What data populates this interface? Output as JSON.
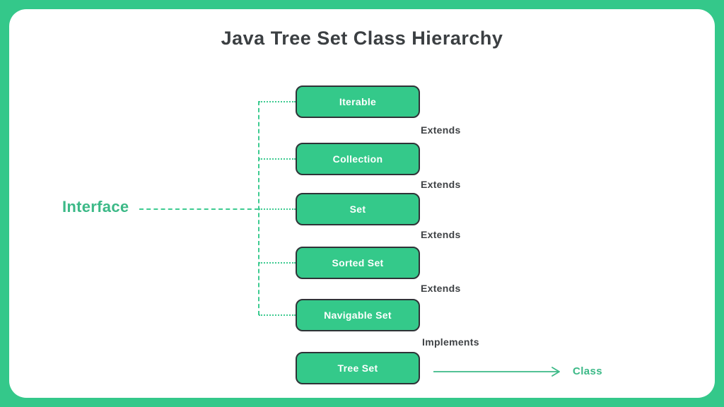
{
  "title": "Java Tree Set Class Hierarchy",
  "colors": {
    "frame_green": "#34c88a",
    "node_fill_green": "#34c98a",
    "node_border_dark": "#2f3337",
    "connector_green": "#3ecb91",
    "accent_text_green": "#3cb987",
    "label_dark": "#3f4245",
    "card_white": "#ffffff"
  },
  "nodes": [
    {
      "label": "Iterable",
      "type": "interface"
    },
    {
      "label": "Collection",
      "type": "interface"
    },
    {
      "label": "Set",
      "type": "interface"
    },
    {
      "label": "Sorted Set",
      "type": "interface"
    },
    {
      "label": "Navigable Set",
      "type": "interface"
    },
    {
      "label": "Tree Set",
      "type": "class"
    }
  ],
  "edges": [
    {
      "label": "Extends"
    },
    {
      "label": "Extends"
    },
    {
      "label": "Extends"
    },
    {
      "label": "Extends"
    },
    {
      "label": "Implements"
    }
  ],
  "side_labels": {
    "interface": "Interface",
    "class": "Class"
  }
}
